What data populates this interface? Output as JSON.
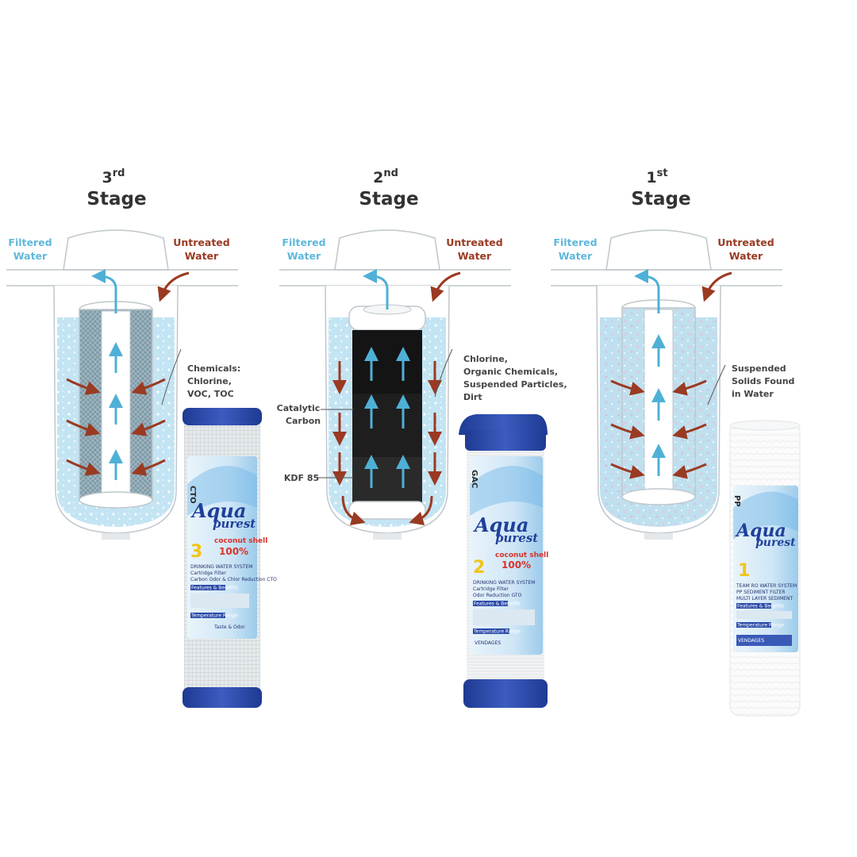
{
  "colors": {
    "filtered_water": "#5fb8dc",
    "untreated_water": "#9a3a22",
    "housing_outline": "#bfc7cc",
    "water_fill": "#bfe3f2",
    "arrow_blue": "#4fb0d6",
    "arrow_red": "#9a3a22",
    "brand_blue": "#1f3f9a",
    "cap_blue": "#2a4aa8",
    "number_yellow": "#f2c417",
    "label_red": "#d8332a"
  },
  "stages": [
    {
      "id": "3",
      "ordinal": "3",
      "suffix": "rd",
      "title": "Stage",
      "filtered_label": [
        "Filtered",
        "Water"
      ],
      "untreated_label": [
        "Untreated",
        "Water"
      ],
      "removes_label": [
        "Chemicals:",
        "Chlorine,",
        "VOC, TOC"
      ],
      "cartridge_icon": "carbon-block-cartridge-icon",
      "product": {
        "code": "CTO",
        "brand_top": "Aqua",
        "brand_bottom": "purest",
        "tagline": "coconut shell",
        "percent": "100%",
        "number": "3",
        "line1": "DRINKING WATER SYSTEM",
        "line2": "Cartridge Filter",
        "line3": "Carbon Odor & Chlor Reduction CTO",
        "line4": "Features & Benefits",
        "line5": "Temperature Range",
        "line6": "Taste & Odor"
      }
    },
    {
      "id": "2",
      "ordinal": "2",
      "suffix": "nd",
      "title": "Stage",
      "filtered_label": [
        "Filtered",
        "Water"
      ],
      "untreated_label": [
        "Untreated",
        "Water"
      ],
      "removes_label": [
        "Chlorine,",
        "Organic Chemicals,",
        "Suspended Particles,",
        "Dirt"
      ],
      "media_labels": [
        {
          "text": [
            "Catalytic",
            "Carbon"
          ]
        },
        {
          "text": [
            "KDF 85"
          ]
        }
      ],
      "cartridge_icon": "granular-carbon-cartridge-icon",
      "product": {
        "code": "GAC",
        "brand_top": "Aqua",
        "brand_bottom": "purest",
        "tagline": "coconut shell",
        "percent": "100%",
        "number": "2",
        "line1": "DRINKING WATER SYSTEM",
        "line2": "Cartridge Filter",
        "line3": "Odor Reduction GTO",
        "line4": "Features & Benefits",
        "line5": "Temperature Range",
        "line6": "VENDAGES"
      }
    },
    {
      "id": "1",
      "ordinal": "1",
      "suffix": "st",
      "title": "Stage",
      "filtered_label": [
        "Filtered",
        "Water"
      ],
      "untreated_label": [
        "Untreated",
        "Water"
      ],
      "removes_label": [
        "Suspended",
        "Solids Found",
        "in Water"
      ],
      "cartridge_icon": "sediment-cartridge-icon",
      "product": {
        "code": "PP",
        "brand_top": "Aqua",
        "brand_bottom": "purest",
        "number": "1",
        "line1": "TEAM RO WATER SYSTEM",
        "line2": "PP SEDIMENT FILTER",
        "line3": "MULTI LAYER SEDIMENT",
        "line4": "Features & Benefits",
        "line5": "Temperature Range",
        "line6": "VENDAGES"
      }
    }
  ]
}
